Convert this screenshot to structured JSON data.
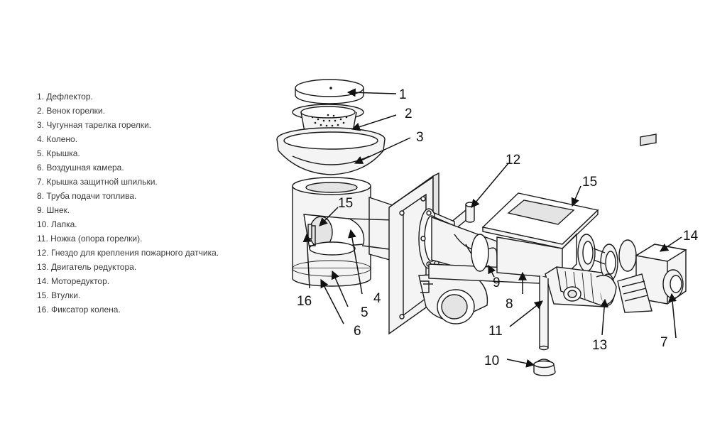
{
  "legend": [
    "1. Дефлектор.",
    "2. Венок горелки.",
    "3. Чугунная тарелка горелки.",
    "4. Колено.",
    "5. Крышка.",
    "6. Воздушная камера.",
    "7. Крышка защитной шпильки.",
    "8. Труба подачи топлива.",
    "9. Шнек.",
    "10. Лапка.",
    "11. Ножка (опора горелки).",
    "12. Гнездо для крепления пожарного датчика.",
    "13. Двигатель редуктора.",
    "14. Моторедуктор.",
    "15. Втулки.",
    "16. Фиксатор колена."
  ],
  "callouts": {
    "c1": "1",
    "c2": "2",
    "c3": "3",
    "c4": "4",
    "c5": "5",
    "c6": "6",
    "c7": "7",
    "c8": "8",
    "c9": "9",
    "c10": "10",
    "c11": "11",
    "c12": "12",
    "c13": "13",
    "c14": "14",
    "c15a": "15",
    "c15b": "15",
    "c16": "16"
  }
}
